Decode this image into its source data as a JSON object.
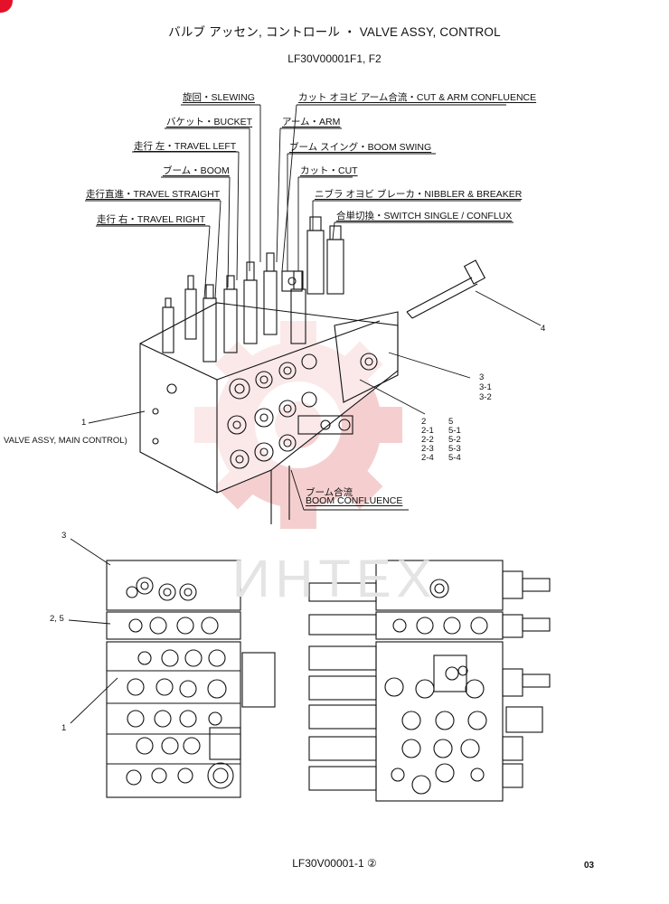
{
  "header": {
    "title": "バルブ アッセン, コントロール ・ VALVE ASSY, CONTROL",
    "subtitle": "LF30V00001F1, F2"
  },
  "callouts": {
    "slewing": "旋回・SLEWING",
    "cut_arm": "カット オヨビ アーム合流・CUT & ARM CONFLUENCE",
    "bucket": "バケット・BUCKET",
    "arm": "アーム・ARM",
    "travel_left": "走行 左・TRAVEL LEFT",
    "boom_swing": "ブーム スイング・BOOM SWING",
    "boom": "ブーム・BOOM",
    "cut": "カット・CUT",
    "travel_straight": "走行直進・TRAVEL STRAIGHT",
    "nibbler_breaker": "ニブラ オヨビ ブレーカ・NIBBLER & BREAKER",
    "travel_right": "走行 右・TRAVEL RIGHT",
    "switch": "合単切換・SWITCH SINGLE / CONFLUX",
    "boom_confluence_jp": "ブーム合流",
    "boom_confluence_en": "BOOM CONFLUENCE",
    "main_control_num": "1",
    "main_control": "VALVE ASSY, MAIN CONTROL)"
  },
  "part_numbers": {
    "p4": "4",
    "p3": "3",
    "p3_1": "3-1",
    "p3_2": "3-2",
    "p2": "2",
    "p2_1": "2-1",
    "p2_2": "2-2",
    "p2_3": "2-3",
    "p2_4": "2-4",
    "p5": "5",
    "p5_1": "5-1",
    "p5_2": "5-2",
    "p5_3": "5-3",
    "p5_4": "5-4",
    "lower_3": "3",
    "lower_25": "2, 5",
    "lower_1": "1"
  },
  "watermark": "ИНТЕХ",
  "footer": {
    "code": "LF30V00001-1 ②",
    "page": "03"
  },
  "colors": {
    "watermark_red": "#f2c4c4",
    "corner_red": "#e5112a",
    "line": "#111111"
  }
}
